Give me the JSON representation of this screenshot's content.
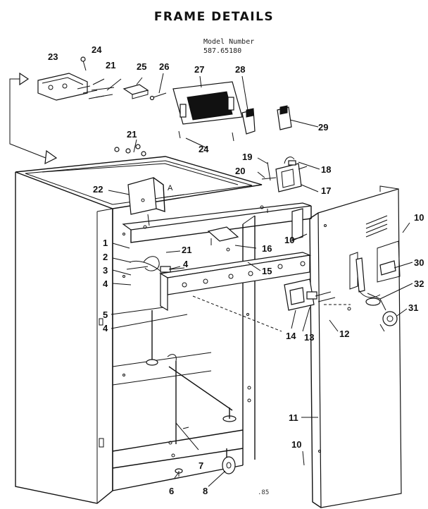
{
  "title": "FRAME DETAILS",
  "model_label": "Model Number",
  "model_number": "587.65180",
  "page_mark": ".85",
  "callouts": [
    {
      "id": "1",
      "text": "1"
    },
    {
      "id": "2",
      "text": "2"
    },
    {
      "id": "3",
      "text": "3"
    },
    {
      "id": "4a",
      "text": "4"
    },
    {
      "id": "4b",
      "text": "4"
    },
    {
      "id": "4c",
      "text": "4"
    },
    {
      "id": "5",
      "text": "5"
    },
    {
      "id": "6",
      "text": "6"
    },
    {
      "id": "7",
      "text": "7"
    },
    {
      "id": "8",
      "text": "8"
    },
    {
      "id": "10a",
      "text": "10"
    },
    {
      "id": "10b",
      "text": "10"
    },
    {
      "id": "10c",
      "text": "10"
    },
    {
      "id": "11",
      "text": "11"
    },
    {
      "id": "12",
      "text": "12"
    },
    {
      "id": "13",
      "text": "13"
    },
    {
      "id": "14",
      "text": "14"
    },
    {
      "id": "15",
      "text": "15"
    },
    {
      "id": "16",
      "text": "16"
    },
    {
      "id": "17",
      "text": "17"
    },
    {
      "id": "18",
      "text": "18"
    },
    {
      "id": "19",
      "text": "19"
    },
    {
      "id": "20",
      "text": "20"
    },
    {
      "id": "21a",
      "text": "21"
    },
    {
      "id": "21b",
      "text": "21"
    },
    {
      "id": "21c",
      "text": "21"
    },
    {
      "id": "22",
      "text": "22"
    },
    {
      "id": "23",
      "text": "23"
    },
    {
      "id": "24a",
      "text": "24"
    },
    {
      "id": "24b",
      "text": "24"
    },
    {
      "id": "25",
      "text": "25"
    },
    {
      "id": "26",
      "text": "26"
    },
    {
      "id": "27",
      "text": "27"
    },
    {
      "id": "28",
      "text": "28"
    },
    {
      "id": "29",
      "text": "29"
    },
    {
      "id": "30",
      "text": "30"
    },
    {
      "id": "31",
      "text": "31"
    },
    {
      "id": "32",
      "text": "32"
    }
  ],
  "inline_label": "A"
}
